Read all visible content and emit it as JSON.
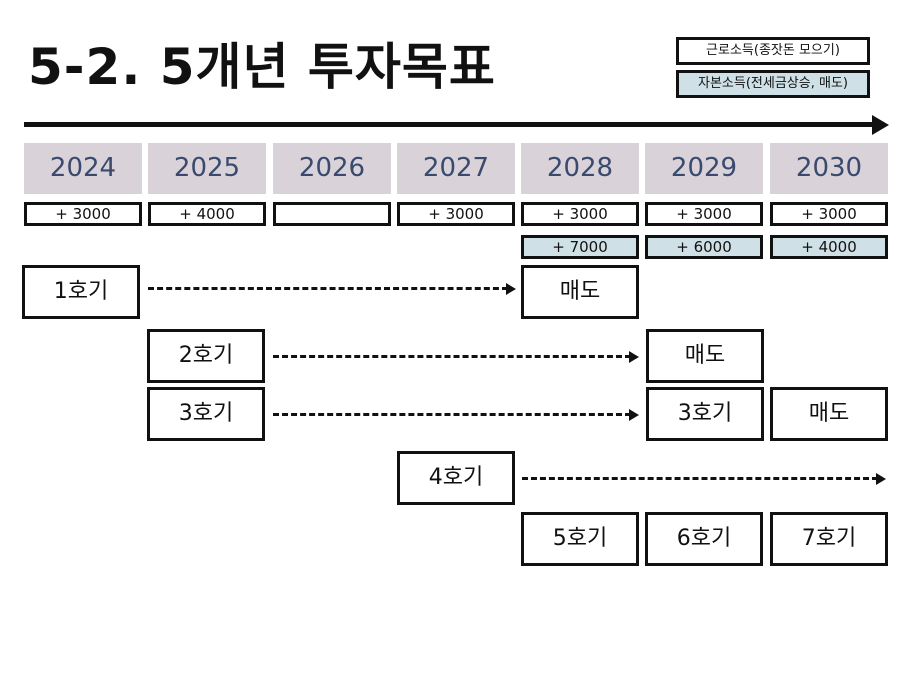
{
  "title": "5-2. 5개년 투자목표",
  "legend": {
    "earned_income": "근로소득(종잣돈 모으기)",
    "capital_income": "자본소득(전세금상승, 매도)"
  },
  "years": [
    "2024",
    "2025",
    "2026",
    "2027",
    "2028",
    "2029",
    "2030"
  ],
  "earned_amounts": [
    "+ 3000",
    "+ 4000",
    "",
    "+ 3000",
    "+ 3000",
    "+ 3000",
    "+ 3000"
  ],
  "capital_amounts": [
    "+ 7000",
    "+ 6000",
    "+ 4000"
  ],
  "properties": {
    "p1": "1호기",
    "p2": "2호기",
    "p3a": "3호기",
    "p4": "4호기",
    "p5": "5호기",
    "p6": "6호기",
    "p3b": "3호기",
    "p7": "7호기"
  },
  "sell_label": "매도",
  "colors": {
    "year_bg": "#d9d2d9",
    "year_text": "#3a4a6e",
    "capital_bg": "#cfe0e6"
  }
}
